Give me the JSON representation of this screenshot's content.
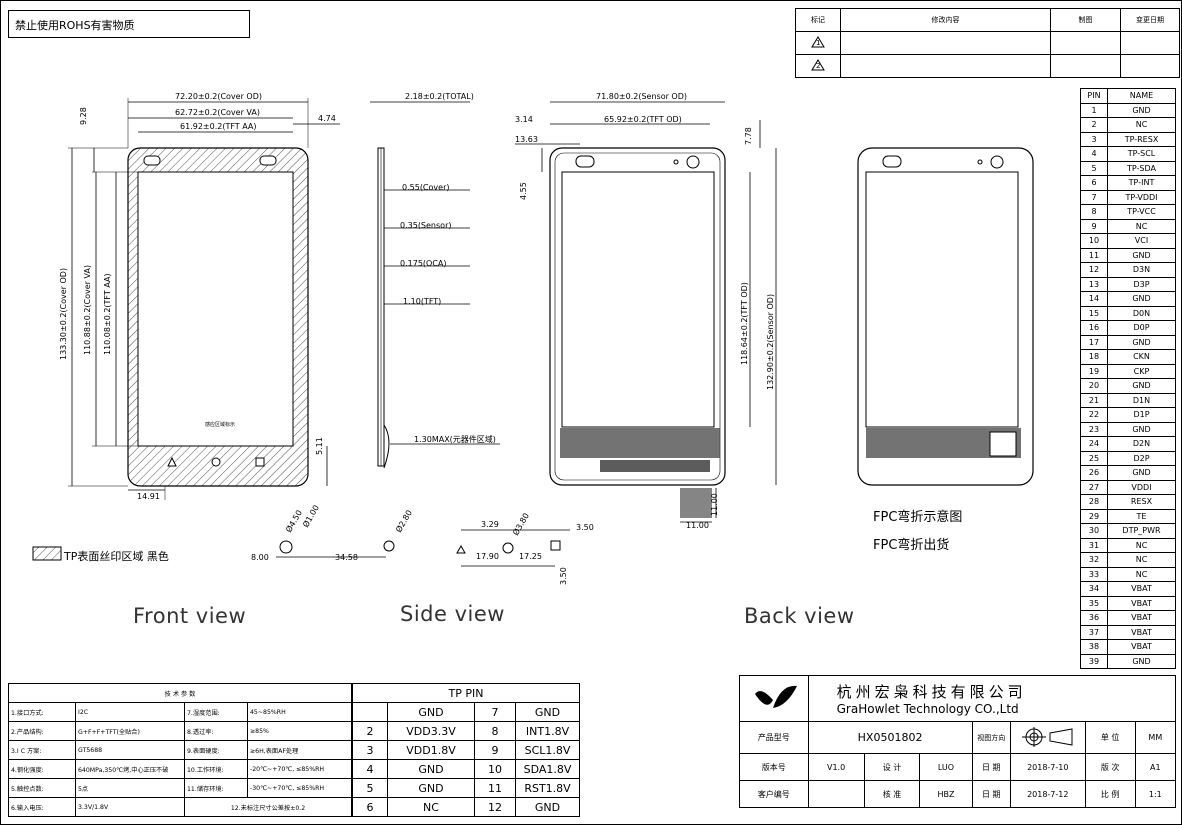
{
  "note": "禁止使用ROHS有害物质",
  "revision_table": {
    "headers": [
      "标记",
      "修改内容",
      "制图",
      "变更日期"
    ],
    "rows": [
      [
        "1"
      ],
      [
        "2"
      ]
    ]
  },
  "front_view": {
    "label": "Front view",
    "dims": {
      "cover_od_w": "72.20±0.2(Cover OD)",
      "cover_va_w": "62.72±0.2(Cover VA)",
      "tft_aa_w": "61.92±0.2(TFT AA)",
      "offset_right": "4.74",
      "offset_top": "9.28",
      "cover_od_h": "133.30±0.2(Cover OD)",
      "cover_va_h": "110.88±0.2(Cover VA)",
      "tft_aa_h": "110.08±0.2(TFT AA)",
      "bottom_h": "5.11",
      "bottom_w": "14.91",
      "sensor_label": "感应区域标示"
    },
    "legend": "TP表面丝印区域 黑色"
  },
  "side_view": {
    "label": "Side view",
    "dims": {
      "total": "2.18±0.2(TOTAL)",
      "cover": "0.55(Cover)",
      "sensor": "0.35(Sensor)",
      "oca": "0.175(OCA)",
      "tft": "1.10(TFT)",
      "max": "1.30MAX(元器件区域)"
    }
  },
  "back_view": {
    "label": "Back view",
    "dims": {
      "sensor_od_w": "71.80±0.2(Sensor OD)",
      "tft_od_w": "65.92±0.2(TFT OD)",
      "left1": "3.14",
      "left2": "13.63",
      "right_top": "7.78",
      "top_h": "4.55",
      "tft_od_h": "118.64±0.2(TFT OD)",
      "sensor_od_h": "132.90±0.2(Sensor OD)",
      "fpc_w": "11.00",
      "fpc_h": "11.00"
    },
    "fpc_note1": "FPC弯折示意图",
    "fpc_note2": "FPC弯折出货"
  },
  "bottom_dims": {
    "d450": "Ø4.50",
    "d100": "Ø1.00",
    "d280": "Ø2.80",
    "d380": "Ø3.80",
    "v800": "8.00",
    "v3458": "34.58",
    "v329": "3.29",
    "v350a": "3.50",
    "v1790": "17.90",
    "v1725": "17.25",
    "v350b": "3.50"
  },
  "pin_table": {
    "headers": [
      "PIN",
      "NAME"
    ],
    "rows": [
      [
        "1",
        "GND"
      ],
      [
        "2",
        "NC"
      ],
      [
        "3",
        "TP-RESX"
      ],
      [
        "4",
        "TP-SCL"
      ],
      [
        "5",
        "TP-SDA"
      ],
      [
        "6",
        "TP-INT"
      ],
      [
        "7",
        "TP-VDDI"
      ],
      [
        "8",
        "TP-VCC"
      ],
      [
        "9",
        "NC"
      ],
      [
        "10",
        "VCI"
      ],
      [
        "11",
        "GND"
      ],
      [
        "12",
        "D3N"
      ],
      [
        "13",
        "D3P"
      ],
      [
        "14",
        "GND"
      ],
      [
        "15",
        "D0N"
      ],
      [
        "16",
        "D0P"
      ],
      [
        "17",
        "GND"
      ],
      [
        "18",
        "CKN"
      ],
      [
        "19",
        "CKP"
      ],
      [
        "20",
        "GND"
      ],
      [
        "21",
        "D1N"
      ],
      [
        "22",
        "D1P"
      ],
      [
        "23",
        "GND"
      ],
      [
        "24",
        "D2N"
      ],
      [
        "25",
        "D2P"
      ],
      [
        "26",
        "GND"
      ],
      [
        "27",
        "VDDI"
      ],
      [
        "28",
        "RESX"
      ],
      [
        "29",
        "TE"
      ],
      [
        "30",
        "DTP_PWR"
      ],
      [
        "31",
        "NC"
      ],
      [
        "32",
        "NC"
      ],
      [
        "33",
        "NC"
      ],
      [
        "34",
        "VBAT"
      ],
      [
        "35",
        "VBAT"
      ],
      [
        "36",
        "VBAT"
      ],
      [
        "37",
        "VBAT"
      ],
      [
        "38",
        "VBAT"
      ],
      [
        "39",
        "GND"
      ]
    ]
  },
  "spec_table": {
    "title": "技 术 参 数",
    "rows": [
      [
        "1.接口方式:",
        "I2C",
        "7.湿度范围:",
        "45~85%RH"
      ],
      [
        "2.产品结构:",
        "G+F+F+TFT(全贴合)",
        "8.透过率:",
        "≥85%"
      ],
      [
        "3.I C 方案:",
        "GT5688",
        "9.表面硬度:",
        "≥6H,表面AF处理"
      ],
      [
        "4.钢化强度:",
        "640MPa,350℃烤,中心正压不破",
        "10.工作环境:",
        "-20℃~+70℃, ≤85%RH"
      ],
      [
        "5.触控点数:",
        "5点",
        "11.储存环境:",
        "-30℃~+70℃, ≤85%RH"
      ],
      [
        "6.输入电压:",
        "3.3V/1.8V",
        "12.未标注尺寸公差按±0.2",
        ""
      ]
    ]
  },
  "tp_pin": {
    "title": "TP PIN",
    "rows": [
      [
        "1",
        "GND",
        "7",
        "GND"
      ],
      [
        "2",
        "VDD3.3V",
        "8",
        "INT1.8V"
      ],
      [
        "3",
        "VDD1.8V",
        "9",
        "SCL1.8V"
      ],
      [
        "4",
        "GND",
        "10",
        "SDA1.8V"
      ],
      [
        "5",
        "GND",
        "11",
        "RST1.8V"
      ],
      [
        "6",
        "NC",
        "12",
        "GND"
      ]
    ]
  },
  "title_block": {
    "company_cn": "杭州宏枭科技有限公司",
    "company_en": "GraHowlet Technology CO.,Ltd",
    "product_label": "产品型号",
    "product": "HX0501802",
    "view_dir": "视图方向",
    "unit_label": "单 位",
    "unit": "MM",
    "version_label": "版本号",
    "version": "V1.0",
    "design_label": "设 计",
    "designer": "LUO",
    "date_label": "日 期",
    "date1": "2018-7-10",
    "issue_label": "版 次",
    "issue": "A1",
    "customer_label": "客户编号",
    "check_label": "核 准",
    "checker": "HBZ",
    "date2": "2018-7-12",
    "scale_label": "比 例",
    "scale": "1:1"
  }
}
